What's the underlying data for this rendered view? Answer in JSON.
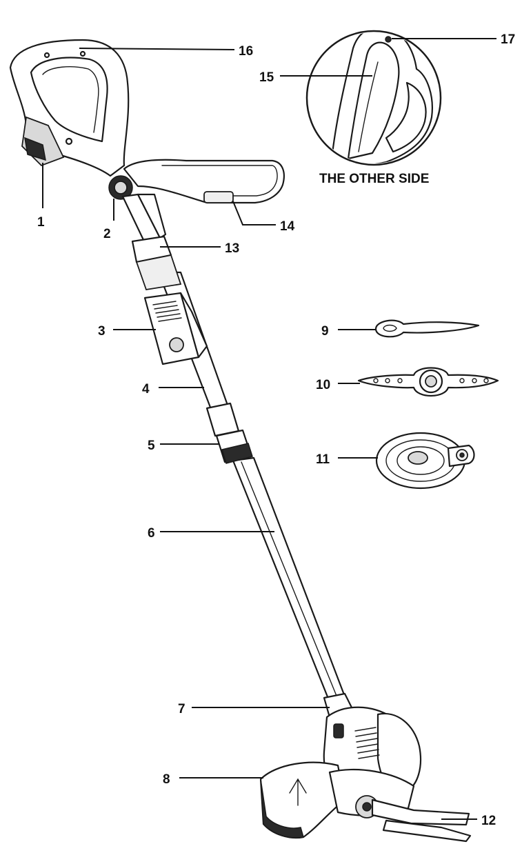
{
  "diagram": {
    "inset_caption": "THE OTHER SIDE",
    "callouts": {
      "c1": "1",
      "c2": "2",
      "c3": "3",
      "c4": "4",
      "c5": "5",
      "c6": "6",
      "c7": "7",
      "c8": "8",
      "c9": "9",
      "c10": "10",
      "c11": "11",
      "c12": "12",
      "c13": "13",
      "c14": "14",
      "c15": "15",
      "c16": "16",
      "c17": "17"
    }
  }
}
